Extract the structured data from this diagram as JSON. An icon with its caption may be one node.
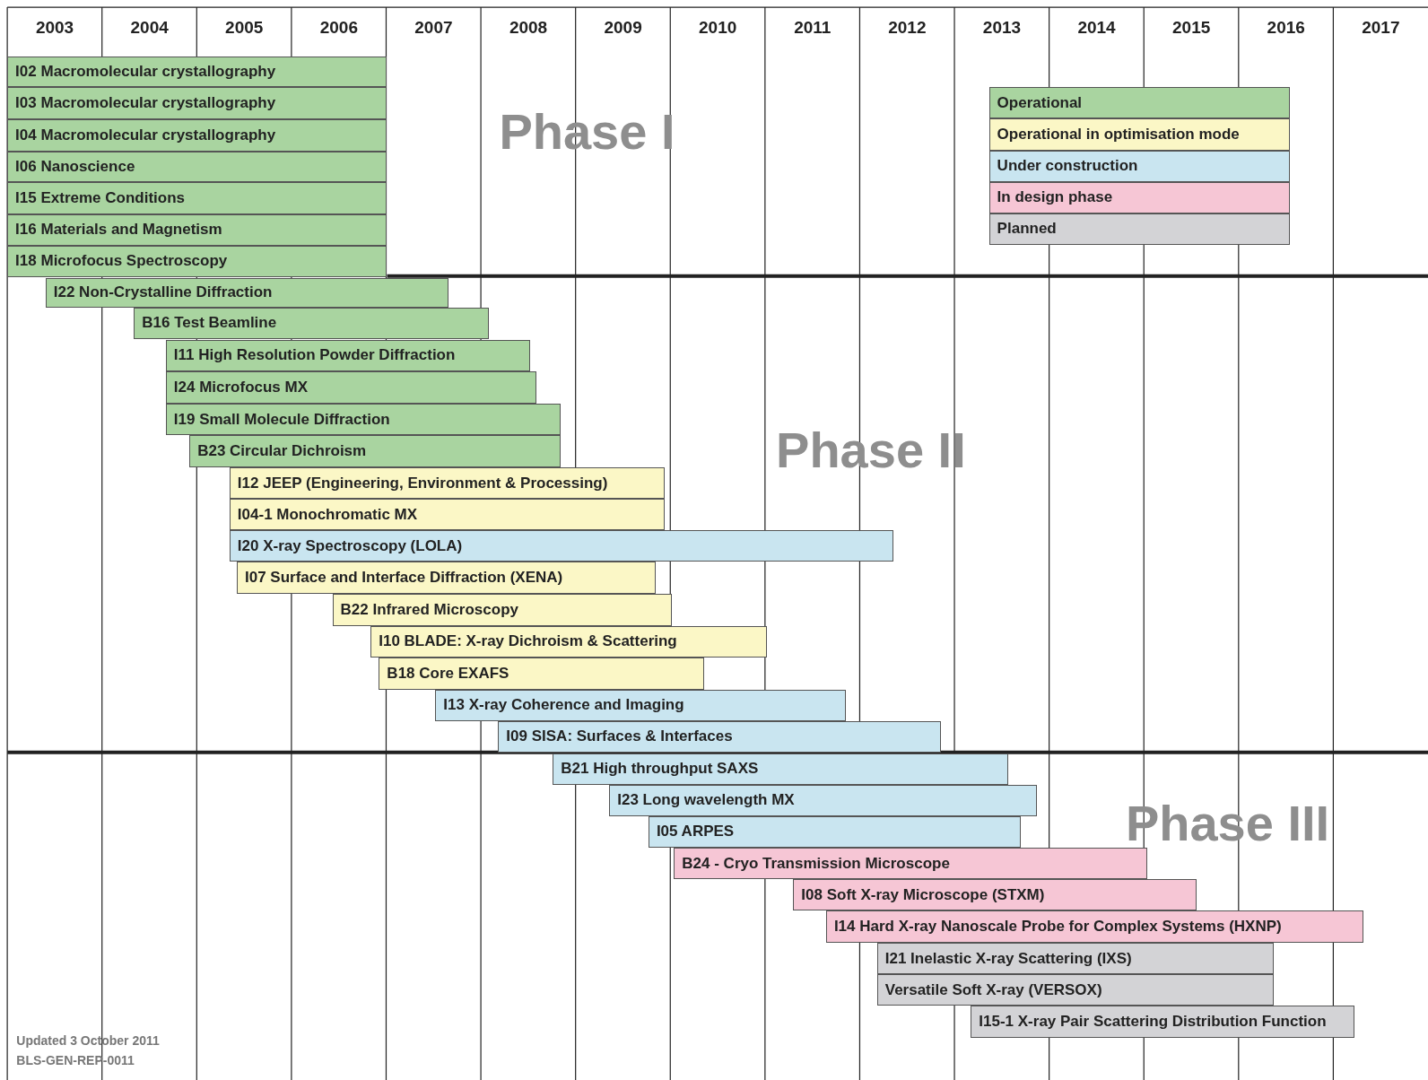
{
  "diagram": {
    "nodes": [
      {
        "text": [
          "I02 Macromolecular crystallography"
        ]
      },
      {
        "text": [
          "I03 Macromolecular crystallography"
        ]
      },
      {
        "text": [
          "I04 Macromolecular crystallography"
        ]
      },
      {
        "text": [
          "I06 Nanoscience"
        ]
      },
      {
        "text": [
          "I15 Extreme Conditions"
        ]
      },
      {
        "text": [
          "I16 Materials and Magnetism"
        ]
      },
      {
        "text": [
          "I18 Microfocus Spectroscopy"
        ]
      },
      {
        "text": [
          "I22 Non-Crystalline Diffraction"
        ]
      },
      {
        "text": [
          "B16 Test Beamline"
        ]
      },
      {
        "text": [
          "I11 High Resolution Powder Diffraction"
        ]
      },
      {
        "text": [
          "I24 Microfocus MX"
        ]
      },
      {
        "text": [
          "I19 Small Molecule Diffraction"
        ]
      },
      {
        "text": [
          "B23 Circular Dichroism"
        ]
      },
      {
        "text": [
          "I12 JEEP (Engineering, Environment & Processing)"
        ]
      },
      {
        "text": [
          "I04-1 Monochromatic MX"
        ]
      },
      {
        "text": [
          "I20 X-ray Spectroscopy (LOLA)"
        ]
      },
      {
        "text": [
          "I07 Surface and Interface Diffraction (XENA)"
        ]
      },
      {
        "text": [
          "B22 Infrared Microscopy"
        ]
      },
      {
        "text": [
          "I10 BLADE: X-ray Dichroism & Scattering"
        ]
      },
      {
        "text": [
          "B18 Core EXAFS"
        ]
      },
      {
        "text": [
          "I13 X-ray Coherence and Imaging"
        ]
      },
      {
        "text": [
          "I09 SISA: Surfaces & Interfaces"
        ]
      },
      {
        "text": [
          "B21 High throughput SAXS"
        ]
      },
      {
        "text": [
          "I23 Long wavelength MX"
        ]
      },
      {
        "text": [
          "I05 ARPES"
        ]
      },
      {
        "text": [
          "B24 - Cryo Transmission Microscope"
        ]
      },
      {
        "text": [
          "I08 Soft X-ray Microscope (STXM)"
        ]
      },
      {
        "text": [
          "I14 Hard X-ray Nanoscale Probe for Complex Systems (HXNP)"
        ]
      },
      {
        "text": [
          "I21 Inelastic X-ray Scattering (IXS)"
        ]
      },
      {
        "text": [
          "Versatile Soft X-ray (VERSOX)"
        ]
      },
      {
        "text": [
          "I15-1 X-ray Pair Scattering Distribution Function"
        ]
      }
    ],
    "edges": [],
    "labels": [
      "2003",
      "2004",
      "2005",
      "2006",
      "2007",
      "2008",
      "2009",
      "2010",
      "2011",
      "2012",
      "2013",
      "2014",
      "2015",
      "2016",
      "2017",
      "Phase I",
      "Phase II",
      "Phase III",
      "Updated 3 October 2011",
      "BLS-GEN-REP-0011"
    ],
    "legend": [
      {
        "text": "Operational",
        "color": "#a9d4a0"
      },
      {
        "text": "Operational in optimisation mode",
        "color": "#fbf7c6"
      },
      {
        "text": "Under construction",
        "color": "#c9e5f0"
      },
      {
        "text": "In design phase",
        "color": "#f6c6d5"
      },
      {
        "text": "Planned",
        "color": "#d3d3d6"
      }
    ]
  }
}
